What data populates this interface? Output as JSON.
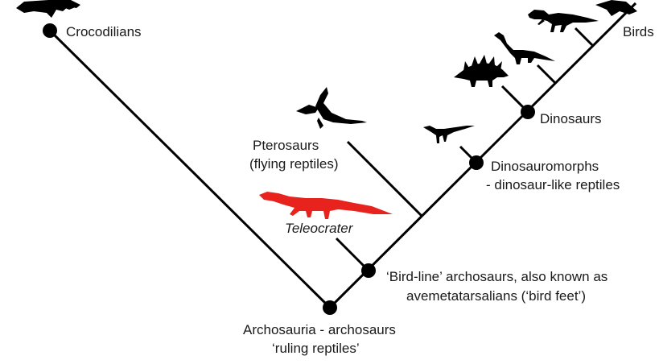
{
  "labels": {
    "crocodilians": "Crocodilians",
    "birds": "Birds",
    "dinosaurs": "Dinosaurs",
    "pterosaurs_l1": "Pterosaurs",
    "pterosaurs_l2": "(flying reptiles)",
    "dinosauromorphs_l1": "Dinosauromorphs",
    "dinosauromorphs_l2": "- dinosaur-like reptiles",
    "teleocrater": "Teleocrater",
    "birdline_l1": "‘Bird-line’ archosaurs, also known as",
    "birdline_l2": "avemetatarsalians (‘bird feet’)",
    "archosauria_l1": "Archosauria - archosaurs",
    "archosauria_l2": "‘ruling reptiles’"
  },
  "colors": {
    "line": "#000000",
    "text": "#1a1a1a",
    "highlight": "#e8231e"
  },
  "icons": {
    "crocodile": "crocodile-silhouette-icon",
    "bird": "bird-silhouette-icon",
    "theropod": "theropod-silhouette-icon",
    "sauropod": "sauropod-silhouette-icon",
    "stegosaur": "stegosaur-silhouette-icon",
    "pterosaur": "pterosaur-silhouette-icon",
    "dinosauromorph": "dinosauromorph-silhouette-icon",
    "teleocrater": "teleocrater-silhouette-icon"
  }
}
